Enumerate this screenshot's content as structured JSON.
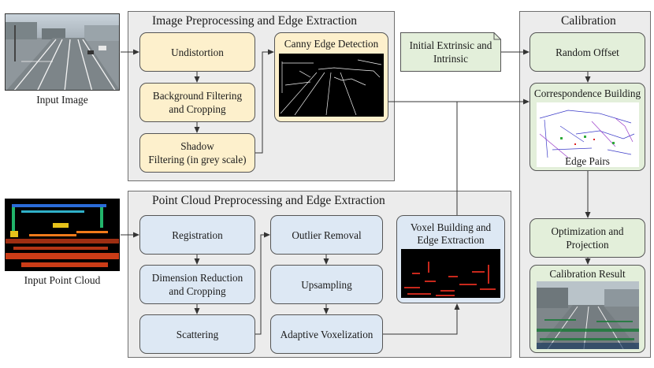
{
  "inputs": {
    "image_label": "Input Image",
    "cloud_label": "Input Point Cloud"
  },
  "image_panel": {
    "title": "Image Preprocessing and Edge Extraction",
    "undistortion": "Undistortion",
    "background": "Background Filtering\nand Cropping",
    "shadow": "Shadow\nFiltering (in grey scale)",
    "canny": "Canny Edge Detection"
  },
  "cloud_panel": {
    "title": "Point Cloud Preprocessing and Edge Extraction",
    "registration": "Registration",
    "dimension": "Dimension Reduction\nand Cropping",
    "scattering": "Scattering",
    "outlier": "Outlier Removal",
    "upsampling": "Upsampling",
    "adaptive": "Adaptive Voxelization",
    "voxel": "Voxel Building and\nEdge Extraction"
  },
  "initial": "Initial Extrinsic and\nIntrinsic",
  "calibration_panel": {
    "title": "Calibration",
    "random_offset": "Random Offset",
    "correspondence": "Correspondence Building",
    "edge_pairs": "Edge Pairs",
    "optimization": "Optimization and\nProjection",
    "result": "Calibration Result"
  },
  "colors": {
    "image_nodes": "#fdf0cc",
    "cloud_nodes": "#dde8f4",
    "calibration_nodes": "#e3efda",
    "panel_bg": "#ececec"
  }
}
